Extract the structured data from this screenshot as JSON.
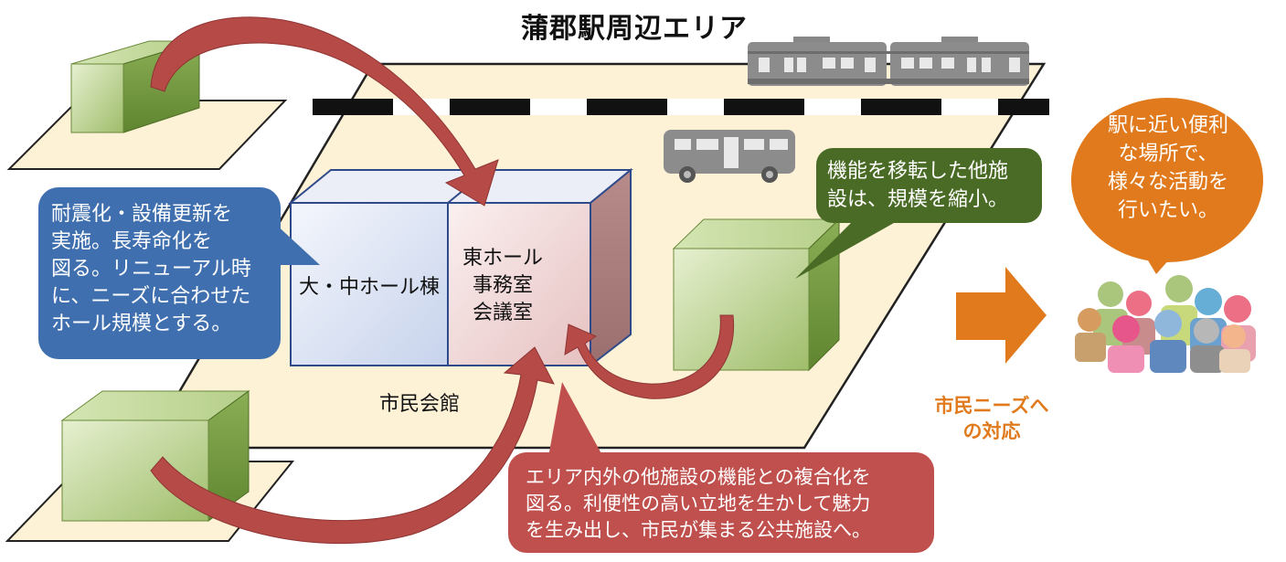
{
  "title": "蒲郡駅周辺エリア",
  "callouts": {
    "blue": "耐震化・設備更新を\n実施。長寿命化を\n図る。リニューアル時\nに、ニーズに合わせた\nホール規模とする。",
    "green": "機能を移転した他施\n設は、規模を縮小。",
    "orange": "駅に近い便利\nな場所で、\n様々な活動を\n行いたい。",
    "red": "エリア内外の他施設の機能との複合化を\n図る。利便性の高い立地を生かして魅力\nを生み出し、市民が集まる公共施設へ。"
  },
  "buildings": {
    "hall": "大・中ホール棟",
    "east": "東ホール\n事務室\n会議室",
    "civic_center": "市民会館"
  },
  "arrow_label": "市民ニーズへ\nの対応",
  "icons": [
    "train-icon",
    "bus-icon",
    "people-group-icon"
  ],
  "colors": {
    "blue_callout": "#3f6fae",
    "green_callout": "#4a6b25",
    "orange_callout": "#e07a1c",
    "red_callout": "#c0504d",
    "area_fill": "#fdf1d6",
    "curve_arrow": "#b54a47"
  }
}
